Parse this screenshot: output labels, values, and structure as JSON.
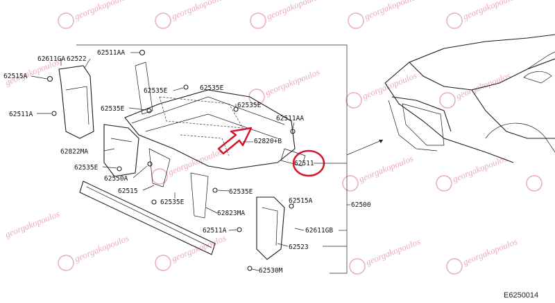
{
  "watermark": {
    "text": "georgakopoulos"
  },
  "labels": [
    "62611GA",
    "62522",
    "62511AA",
    "62515A",
    "62535E",
    "62535E",
    "62535E",
    "62535E",
    "62511A",
    "62511AA",
    "62820+B",
    "62822MA",
    "62511",
    "62535E",
    "62550A",
    "62515",
    "62535E",
    "62535E",
    "62515A",
    "62500",
    "62823MA",
    "62611GB",
    "62511A",
    "62523",
    "62530M"
  ],
  "diagram_code": "E6250014",
  "colors": {
    "highlight": "#d8152b",
    "watermark": "#d96a7e",
    "line": "#1a1a1a"
  }
}
